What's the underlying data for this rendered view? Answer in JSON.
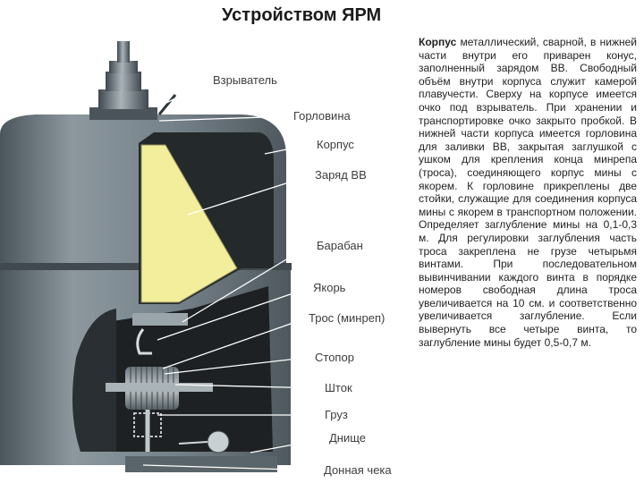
{
  "title": "Устройством ЯРМ",
  "labels": {
    "vzryvatel": "Взрыватель",
    "gorlovina": "Горловина",
    "korpus": "Корпус",
    "zaryad": "Заряд ВВ",
    "baraban": "Барабан",
    "yakor": "Якорь",
    "tros": "Трос (минреп)",
    "stopor": "Стопор",
    "shtok": "Шток",
    "gruz": "Груз",
    "dnishche": "Днище",
    "chek": "Донная чека"
  },
  "description": {
    "heading": "Корпус",
    "text": " металлический, сварной, в нижней части внутри его приварен конус, заполненный зарядом ВВ. Свободный объём внутри корпуса служит камерой плавучести. Сверху на корпусе имеется очко под взрыватель. При хранении и транспортировке очко закрыто пробкой. В нижней части корпуса имеется горловина для заливки ВВ, закрытая заглушкой с ушком для крепления конца минрепа (троса), соединяющего корпус мины с якорем. К горловине прикреплены две стойки, служащие для соединения корпуса мины с якорем в транспортном положении. Определяет заглубление мины на 0,1-0,3 м. Для регулировки заглубления часть троса закреплена не грузе четырьмя винтами. При последовательном вывинчивании каждого винта в порядке номеров свободная длина троса увеличивается на 10 см. и соответственно увеличивается заглубление. Если вывернуть все четыре винта, то заглубление мины будет 0,5-0,7 м."
  },
  "colors": {
    "body": "#6f7b82",
    "body_dark": "#3c464c",
    "body_light": "#9aa5ab",
    "interior": "#1e2124",
    "charge": "#f3ee9c",
    "leader": "#ffffff",
    "label_text": "#3d3d3d"
  }
}
